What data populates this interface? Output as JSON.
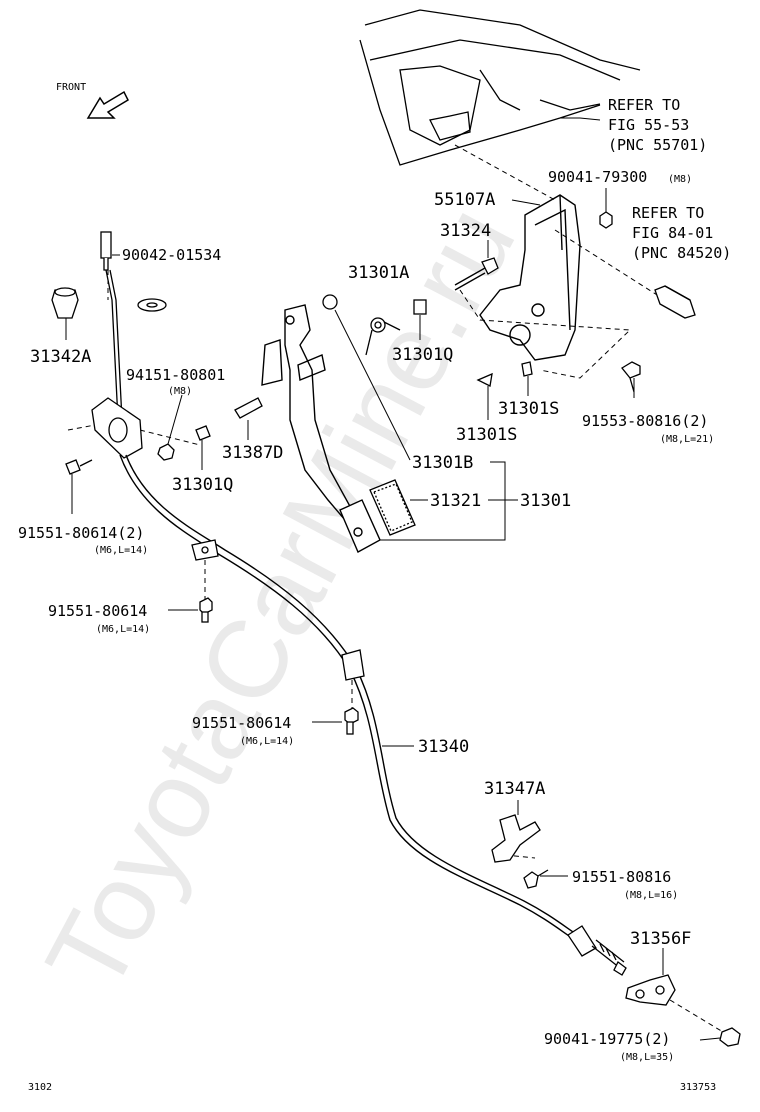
{
  "watermark": "ToyotaCarMine.ru",
  "front_label": "FRONT",
  "refer1": [
    "REFER TO",
    "FIG 55-53",
    "(PNC 55701)"
  ],
  "refer2": [
    "REFER TO",
    "FIG 84-01",
    "(PNC 84520)"
  ],
  "parts": {
    "p55107A": "55107A",
    "p90041_79300": "90041-79300",
    "p90041_79300_note": "(M8)",
    "p31324": "31324",
    "p90042_01534": "90042-01534",
    "p31301A": "31301A",
    "p31342A": "31342A",
    "p31301Q_a": "31301Q",
    "p94151_80801": "94151-80801",
    "p94151_80801_note": "(M8)",
    "p31301S_a": "31301S",
    "p91553_80816": "91553-80816(2)",
    "p91553_80816_note": "(M8,L=21)",
    "p31301S_b": "31301S",
    "p31387D": "31387D",
    "p31301B": "31301B",
    "p31301Q_b": "31301Q",
    "p31321": "31321",
    "p31301": "31301",
    "p91551_80614_2": "91551-80614(2)",
    "p91551_80614_2_note": "(M6,L=14)",
    "p91551_80614_a": "91551-80614",
    "p91551_80614_a_note": "(M6,L=14)",
    "p91551_80614_b": "91551-80614",
    "p91551_80614_b_note": "(M6,L=14)",
    "p31340": "31340",
    "p31347A": "31347A",
    "p91551_80816": "91551-80816",
    "p91551_80816_note": "(M8,L=16)",
    "p31356F": "31356F",
    "p90041_19775": "90041-19775(2)",
    "p90041_19775_note": "(M8,L=35)"
  },
  "footer": {
    "left": "3102",
    "right": "313753"
  }
}
